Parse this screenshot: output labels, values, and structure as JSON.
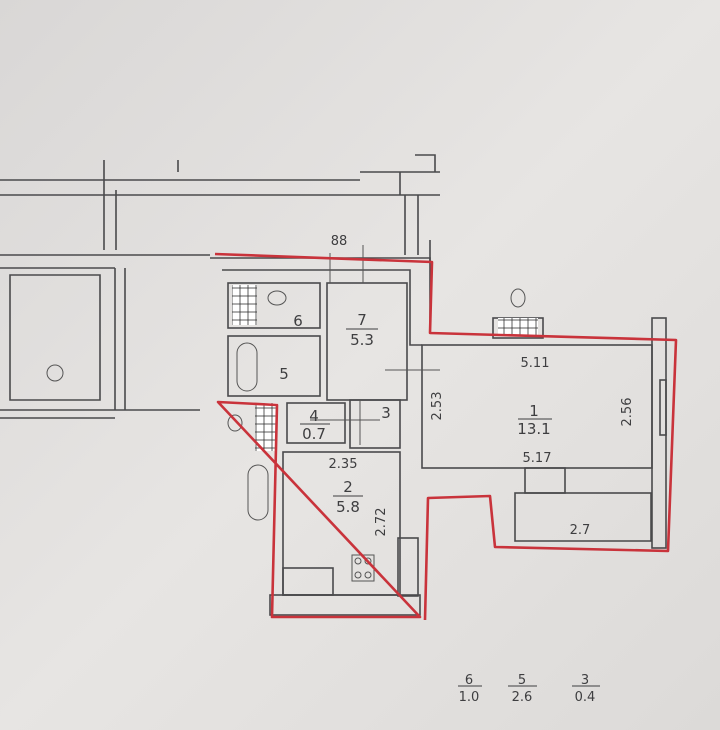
{
  "plan": {
    "top_dimension": "88",
    "rooms": [
      {
        "number": "1",
        "area": "13.1"
      },
      {
        "number": "2",
        "area": "5.8"
      },
      {
        "number": "3"
      },
      {
        "number": "4",
        "area": "0.7"
      },
      {
        "number": "5"
      },
      {
        "number": "6"
      },
      {
        "number": "7",
        "area": "5.3"
      }
    ],
    "dimensions": {
      "room1_top": "5.11",
      "room1_bottom": "5.17",
      "room1_left": "2.53",
      "room1_right": "2.56",
      "room2_top": "2.35",
      "room2_side": "2.72",
      "balcony": "2.7"
    },
    "legend": [
      {
        "number": "6",
        "area": "1.0"
      },
      {
        "number": "5",
        "area": "2.6"
      },
      {
        "number": "3",
        "area": "0.4"
      }
    ],
    "outline_color": "#c9333b"
  }
}
